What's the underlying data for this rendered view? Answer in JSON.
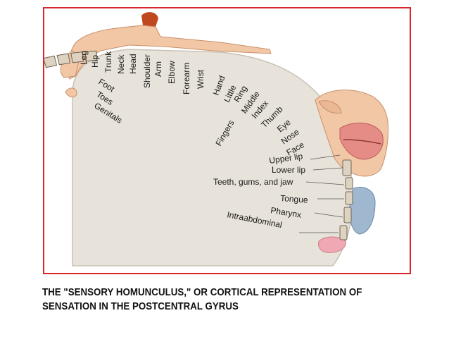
{
  "diagram": {
    "labels": [
      "Leg",
      "Hip",
      "Trunk",
      "Neck",
      "Head",
      "Shoulder",
      "Arm",
      "Elbow",
      "Forearm",
      "Wrist",
      "Hand",
      "Little",
      "Ring",
      "Middle",
      "Index",
      "Thumb",
      "Eye",
      "Nose",
      "Face",
      "Upper lip",
      "Lower lip",
      "Teeth, gums, and jaw",
      "Tongue",
      "Pharynx",
      "Intraabdominal",
      "Foot",
      "Toes",
      "Genitals",
      "Fingers"
    ],
    "colors": {
      "brain": "#e8e3da",
      "brain_edge": "#c9c1b4",
      "segment": "#ddd3c0",
      "segment_edge": "#6e6456",
      "skin": "#f2c7a5",
      "skin_edge": "#c98f6a",
      "lips": "#e58c86",
      "hair": "#c0481f",
      "tongue": "#9fb8d0",
      "pharynx": "#f0a8b4"
    }
  },
  "caption": {
    "line1": "THE \"SENSORY HOMUNCULUS,\" OR CORTICAL REPRESENTATION OF",
    "line2": "SENSATION IN THE POSTCENTRAL GYRUS"
  }
}
